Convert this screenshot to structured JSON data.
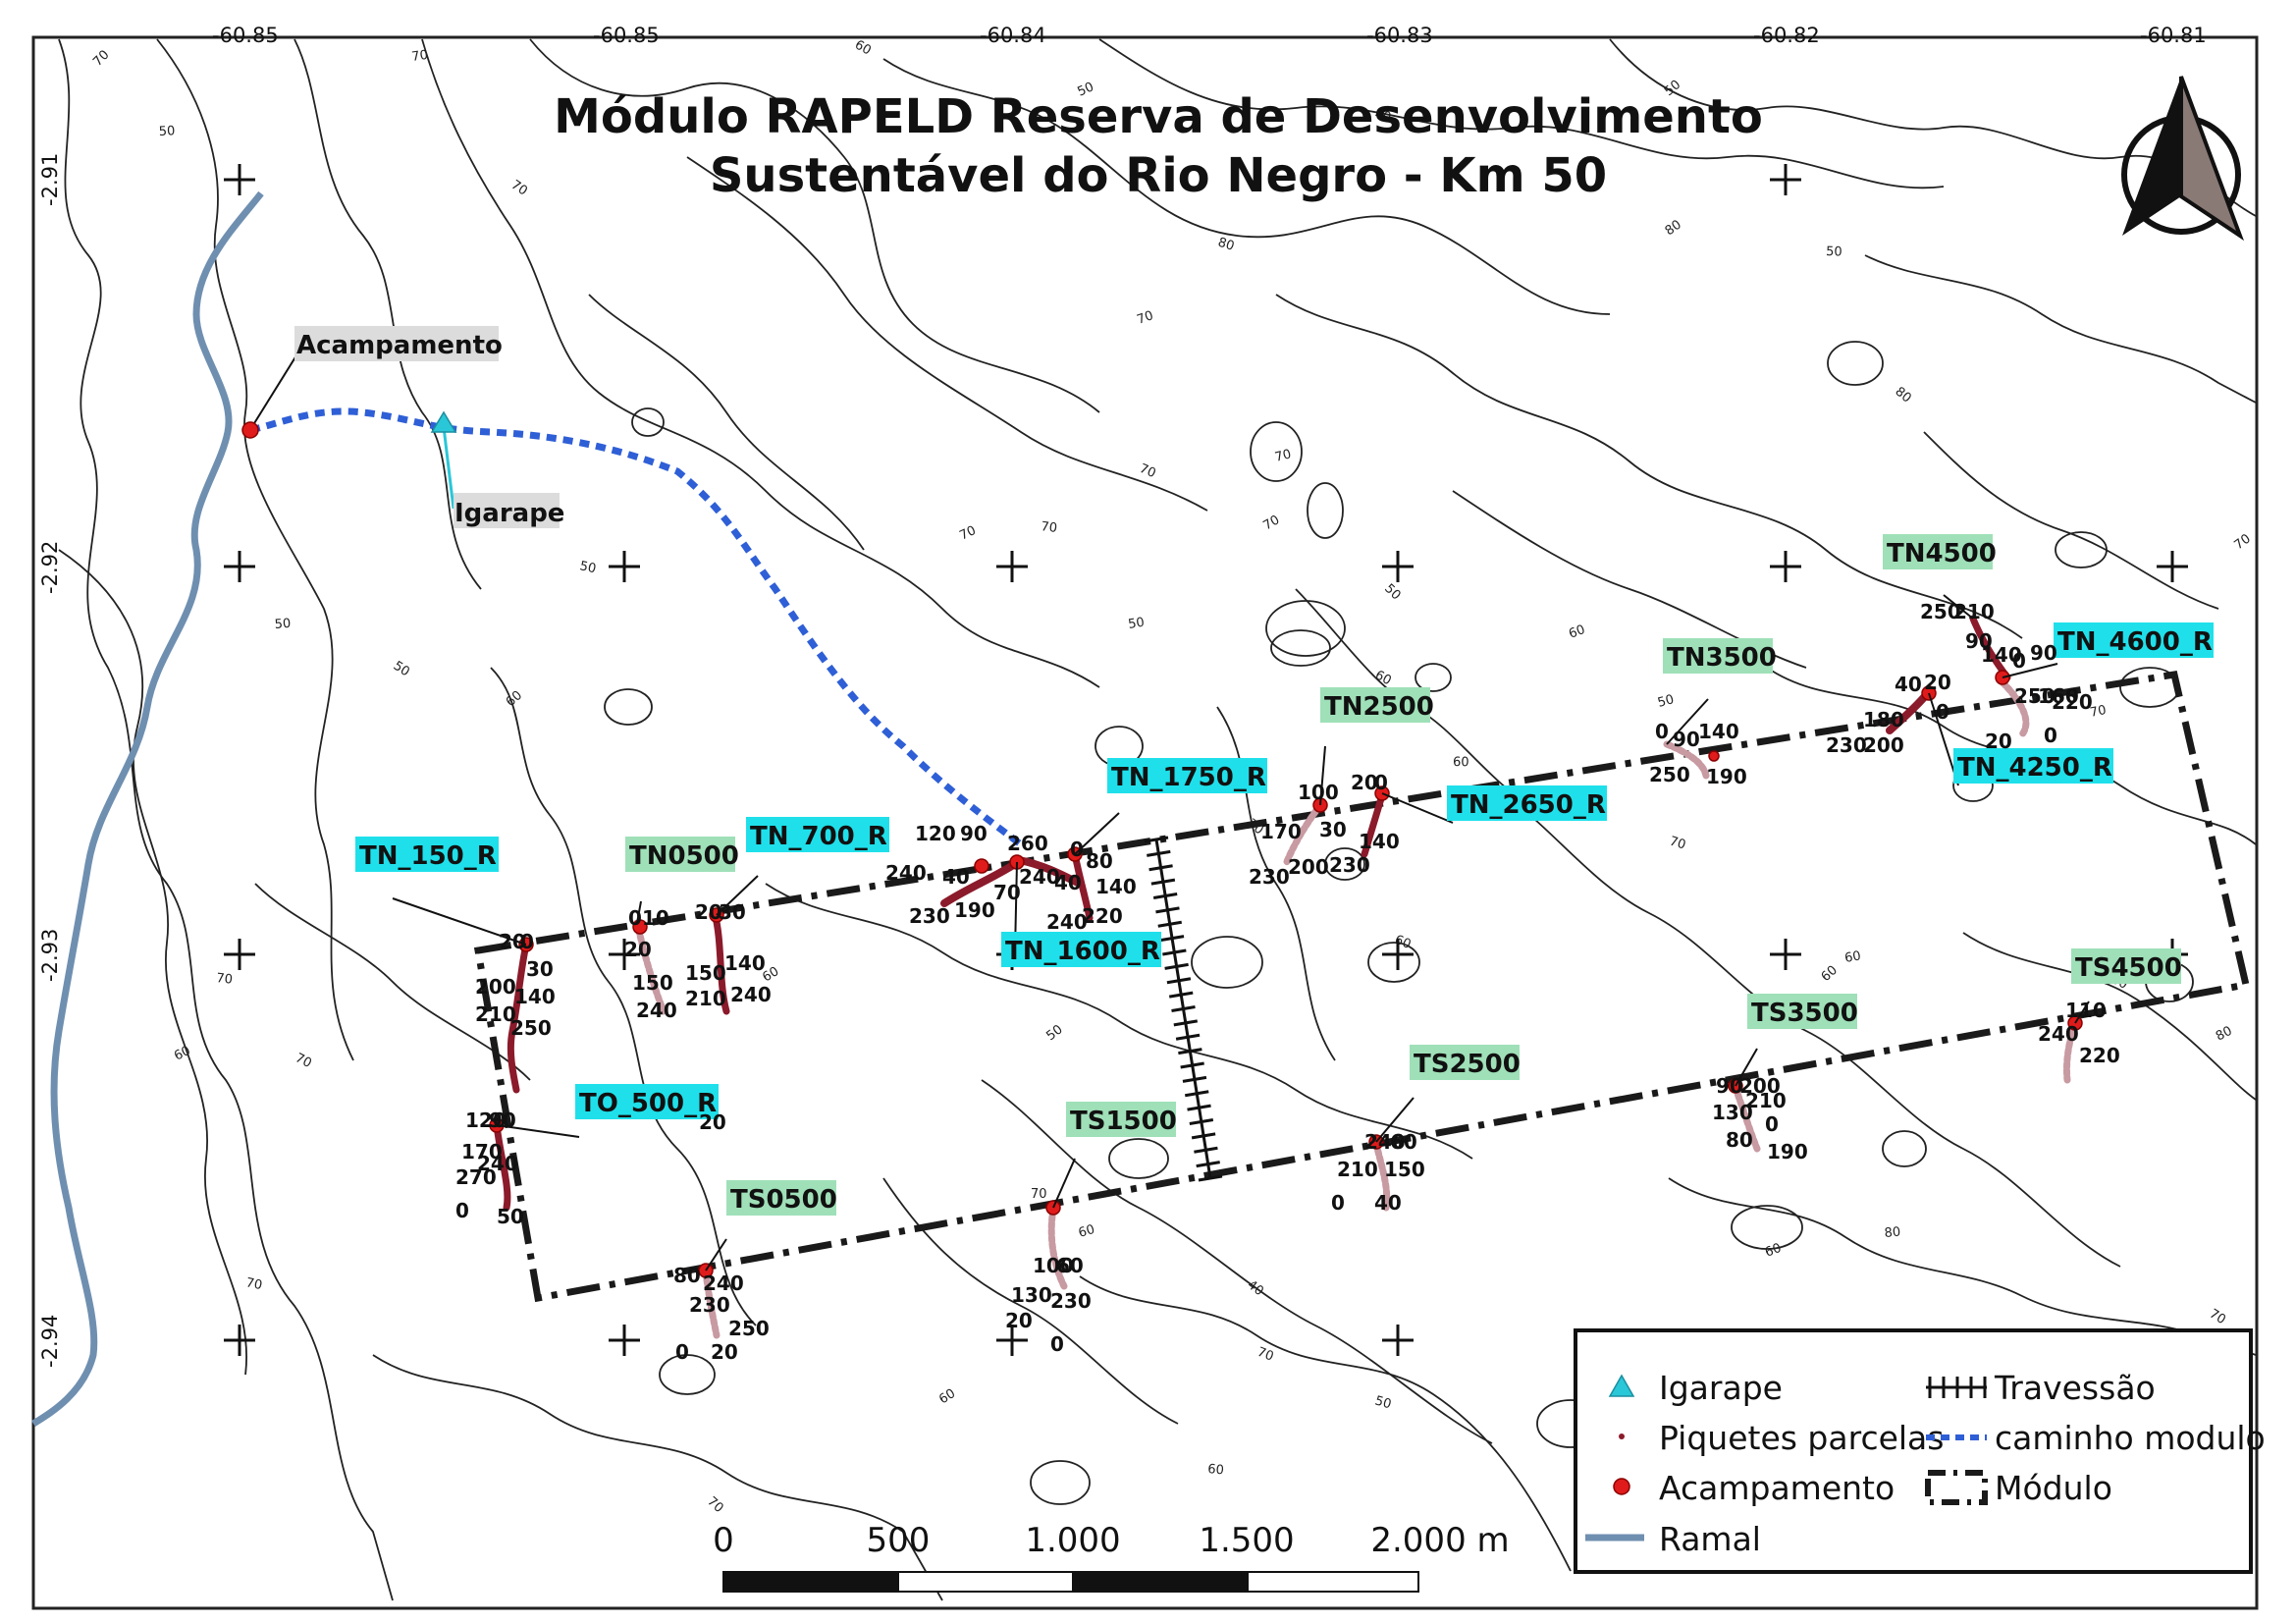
{
  "title": {
    "line1": "Módulo RAPELD Reserva de Desenvolvimento",
    "line2": "Sustentável do Rio Negro - Km 50"
  },
  "longitude_ticks": [
    "-60.85",
    "-60.85",
    "-60.84",
    "-60.83",
    "-60.82",
    "-60.81"
  ],
  "latitude_ticks": [
    "-2.91",
    "-2.92",
    "-2.93",
    "-2.94"
  ],
  "colors": {
    "ramal": "#6f8fb0",
    "caminho": "#2f5fd6",
    "acampamento": "#e01b1b",
    "igarape": "#29c7d8",
    "piquete": "#8b1a2a",
    "piquete_light": "#c89aa2",
    "label_cyan": "#1fe0ea",
    "label_green": "#9fe0b8",
    "label_gray": "#dcdcdc",
    "module": "#1a1a1a"
  },
  "icons": [
    "north-arrow-icon"
  ],
  "point_labels": {
    "acampamento": "Acampamento",
    "igarape": "Igarape"
  },
  "contour_values": [
    "70",
    "70",
    "60",
    "50",
    "40",
    "50",
    "50",
    "70",
    "70",
    "80",
    "80",
    "50",
    "80",
    "70",
    "70",
    "70",
    "70",
    "50",
    "50",
    "60",
    "70",
    "50",
    "60",
    "50",
    "50",
    "60",
    "70",
    "70",
    "60",
    "70",
    "50",
    "60",
    "60",
    "70",
    "70",
    "60",
    "70",
    "60",
    "70",
    "60",
    "80",
    "70",
    "60",
    "50",
    "50",
    "70",
    "40",
    "60",
    "70",
    "60",
    "60",
    "70",
    "70",
    "50",
    "80"
  ],
  "plot_labels": [
    {
      "id": "p1",
      "text": "TN_150_R",
      "style": "cyan"
    },
    {
      "id": "p2",
      "text": "TN0500",
      "style": "green"
    },
    {
      "id": "p3",
      "text": "TN_700_R",
      "style": "cyan"
    },
    {
      "id": "p4",
      "text": "TN_1750_R",
      "style": "cyan"
    },
    {
      "id": "p5",
      "text": "TN_1600_R",
      "style": "cyan"
    },
    {
      "id": "p6",
      "text": "TN2500",
      "style": "green"
    },
    {
      "id": "p7",
      "text": "TN_2650_R",
      "style": "cyan"
    },
    {
      "id": "p8",
      "text": "TN3500",
      "style": "green"
    },
    {
      "id": "p9",
      "text": "TN4500",
      "style": "green"
    },
    {
      "id": "p10",
      "text": "TN_4600_R",
      "style": "cyan"
    },
    {
      "id": "p11",
      "text": "TN_4250_R",
      "style": "cyan"
    },
    {
      "id": "p12",
      "text": "TO_500_R",
      "style": "cyan"
    },
    {
      "id": "p13",
      "text": "TS0500",
      "style": "green"
    },
    {
      "id": "p14",
      "text": "TS1500",
      "style": "green"
    },
    {
      "id": "p15",
      "text": "TS2500",
      "style": "green"
    },
    {
      "id": "p16",
      "text": "TS3500",
      "style": "green"
    },
    {
      "id": "p17",
      "text": "TS4500",
      "style": "green"
    }
  ],
  "distance_labels": [
    "20",
    "0",
    "30",
    "200",
    "210",
    "140",
    "250",
    "0",
    "10",
    "20",
    "150",
    "240",
    "20",
    "30",
    "140",
    "150",
    "240",
    "210",
    "120",
    "90",
    "240",
    "40",
    "230",
    "190",
    "260",
    "70",
    "240",
    "0",
    "80",
    "40",
    "140",
    "240",
    "220",
    "100",
    "170",
    "30",
    "230",
    "200",
    "20",
    "0",
    "140",
    "230",
    "0",
    "90",
    "140",
    "250",
    "190",
    "40",
    "20",
    "0",
    "180",
    "230",
    "200",
    "250",
    "210",
    "90",
    "140",
    "0",
    "90",
    "250",
    "160",
    "220",
    "20",
    "0",
    "120",
    "90",
    "170",
    "240",
    "270",
    "0",
    "50",
    "20",
    "80",
    "240",
    "230",
    "250",
    "0",
    "20",
    "100",
    "60",
    "130",
    "230",
    "20",
    "0",
    "240",
    "60",
    "210",
    "150",
    "0",
    "40",
    "90",
    "200",
    "130",
    "210",
    "0",
    "80",
    "190",
    "110",
    "240",
    "220"
  ],
  "legend": {
    "igarape": "Igarape",
    "piquetes": "Piquetes parcelas",
    "acampamento": "Acampamento",
    "ramal": "Ramal",
    "travessao": "Travessão",
    "caminho": "caminho modulo",
    "modulo": "Módulo"
  },
  "scalebar": [
    "0",
    "500",
    "1.000",
    "1.500",
    "2.000 m"
  ]
}
